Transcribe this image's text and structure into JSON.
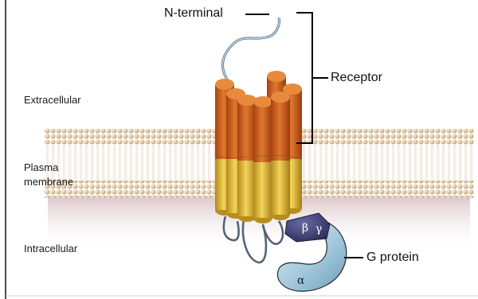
{
  "figure": {
    "callouts": {
      "n_terminal": "N-terminal",
      "receptor": "Receptor",
      "g_protein": "G protein"
    },
    "regions": {
      "extracellular": "Extracellular",
      "plasma_membrane_line1": "Plasma",
      "plasma_membrane_line2": "membrane",
      "intracellular": "Intracellular"
    },
    "subunits": {
      "alpha": "α",
      "beta": "β",
      "gamma": "γ"
    }
  },
  "colors": {
    "helix_top": "#c85a1c",
    "helix_bottom": "#e0b536",
    "membrane_bead": "#d8b78a",
    "cytoplasm_tint": "#ead8dc",
    "g_alpha": "#b9d6e4",
    "g_beta_gamma": "#4b4a78"
  }
}
